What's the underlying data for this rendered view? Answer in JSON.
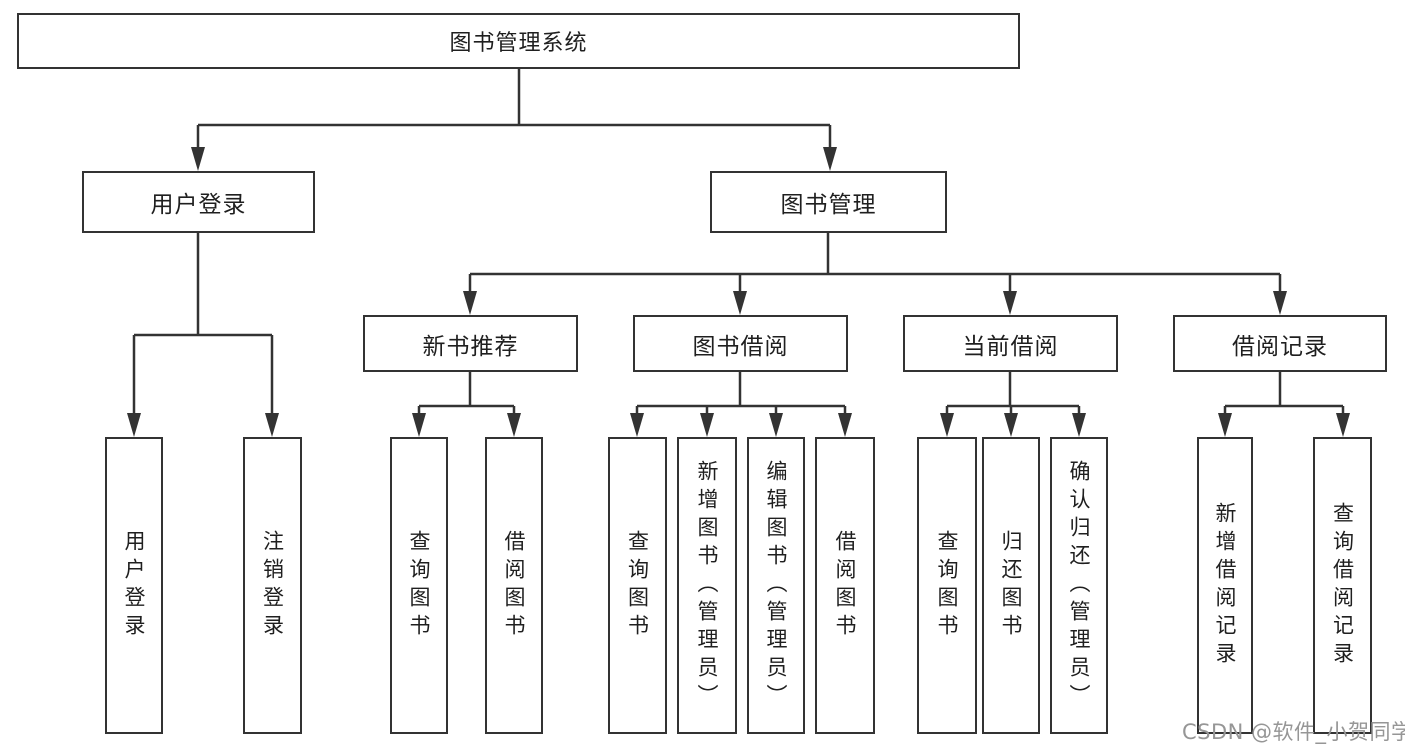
{
  "colors": {
    "background": "#ffffff",
    "line": "#333333",
    "node_border": "#333333",
    "node_text": "#1f1f1f",
    "watermark": "#969696"
  },
  "diagram": {
    "root": {
      "label": "图书管理系统"
    },
    "level2": [
      {
        "label": "用户登录"
      },
      {
        "label": "图书管理"
      }
    ],
    "level3": [
      {
        "label": "新书推荐"
      },
      {
        "label": "图书借阅"
      },
      {
        "label": "当前借阅"
      },
      {
        "label": "借阅记录"
      }
    ],
    "leaves": [
      {
        "label": "用户登录"
      },
      {
        "label": "注销登录"
      },
      {
        "label": "查询图书"
      },
      {
        "label": "借阅图书"
      },
      {
        "label": "查询图书"
      },
      {
        "label": "新增图书（管理员）"
      },
      {
        "label": "编辑图书（管理员）"
      },
      {
        "label": "借阅图书"
      },
      {
        "label": "查询图书"
      },
      {
        "label": "归还图书"
      },
      {
        "label": "确认归还（管理员）"
      },
      {
        "label": "新增借阅记录"
      },
      {
        "label": "查询借阅记录"
      }
    ]
  },
  "watermark": {
    "text": "CSDN @软件_小贺同学"
  }
}
